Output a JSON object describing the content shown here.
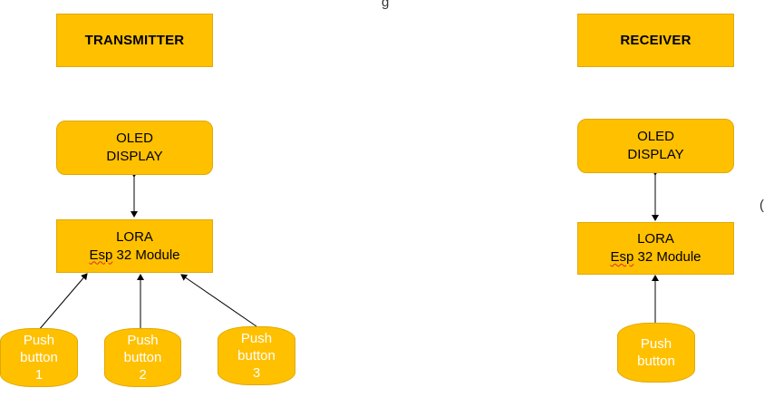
{
  "transmitter": {
    "title": "TRANSMITTER",
    "oled": {
      "line1": "OLED",
      "line2": "DISPLAY"
    },
    "lora": {
      "line1": "LORA",
      "line2_a": "Esp",
      "line2_b": " 32 Module"
    },
    "buttons": [
      {
        "line1": "Push",
        "line2": "button",
        "line3": "1"
      },
      {
        "line1": "Push",
        "line2": "button",
        "line3": "2"
      },
      {
        "line1": "Push",
        "line2": "button",
        "line3": "3"
      }
    ]
  },
  "receiver": {
    "title": "RECEIVER",
    "oled": {
      "line1": "OLED",
      "line2": "DISPLAY"
    },
    "lora": {
      "line1": "LORA",
      "line2_a": "Esp",
      "line2_b": " 32 Module"
    },
    "button": {
      "line1": "Push",
      "line2": "button"
    }
  },
  "cropped_text": {
    "top": "g",
    "right": "("
  },
  "colors": {
    "box_fill": "#FFC000",
    "arrow": "#000000",
    "button_text": "#FFFFFF",
    "spell_underline": "#D32F2F"
  }
}
